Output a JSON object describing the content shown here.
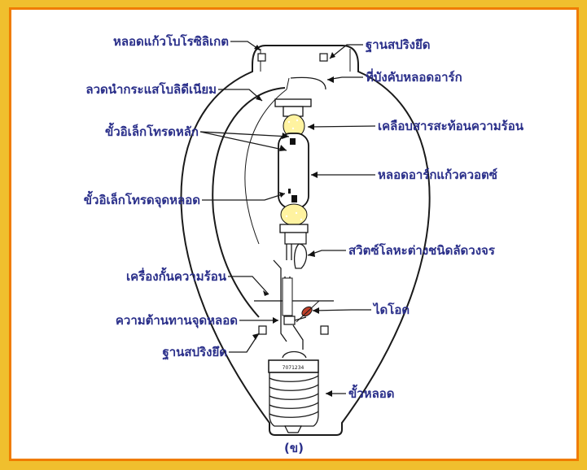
{
  "figure": {
    "caption": "(ข)",
    "colors": {
      "background": "#f0bf2e",
      "border": "#f07c00",
      "label": "#2a2f8a",
      "yellow_coating": "#fff3a0",
      "diode": "#c0402a"
    },
    "base_marking": "7071234",
    "labels": {
      "outer_bulb": "หลอดแก้วโบโรซิลิเกต",
      "support_wire": "ลวดนำกระแสโบลิดีเนียม",
      "main_electrodes": "ขั้วอิเล็กโทรดหลัก",
      "starting_electrode": "ขั้วอิเล็กโทรดจุดหลอด",
      "heat_shield": "เครื่องกั้นความร้อน",
      "starting_resistor": "ความต้านทานจุดหลอด",
      "spring_base_bottom": "ฐานสปริงยึด",
      "spring_base_top": "ฐานสปริงยึด",
      "arc_tube_support": "ที่บังคับหลอดอาร์ก",
      "reflective_coating": "เคลือบสารสะท้อนความร้อน",
      "arc_tube": "หลอดอาร์กแก้วควอตซ์",
      "bimetal_switch": "สวิตซ์โลหะต่างชนิดลัดวงจร",
      "diode": "ไดโอด",
      "lamp_base": "ขั้วหลอด"
    }
  }
}
